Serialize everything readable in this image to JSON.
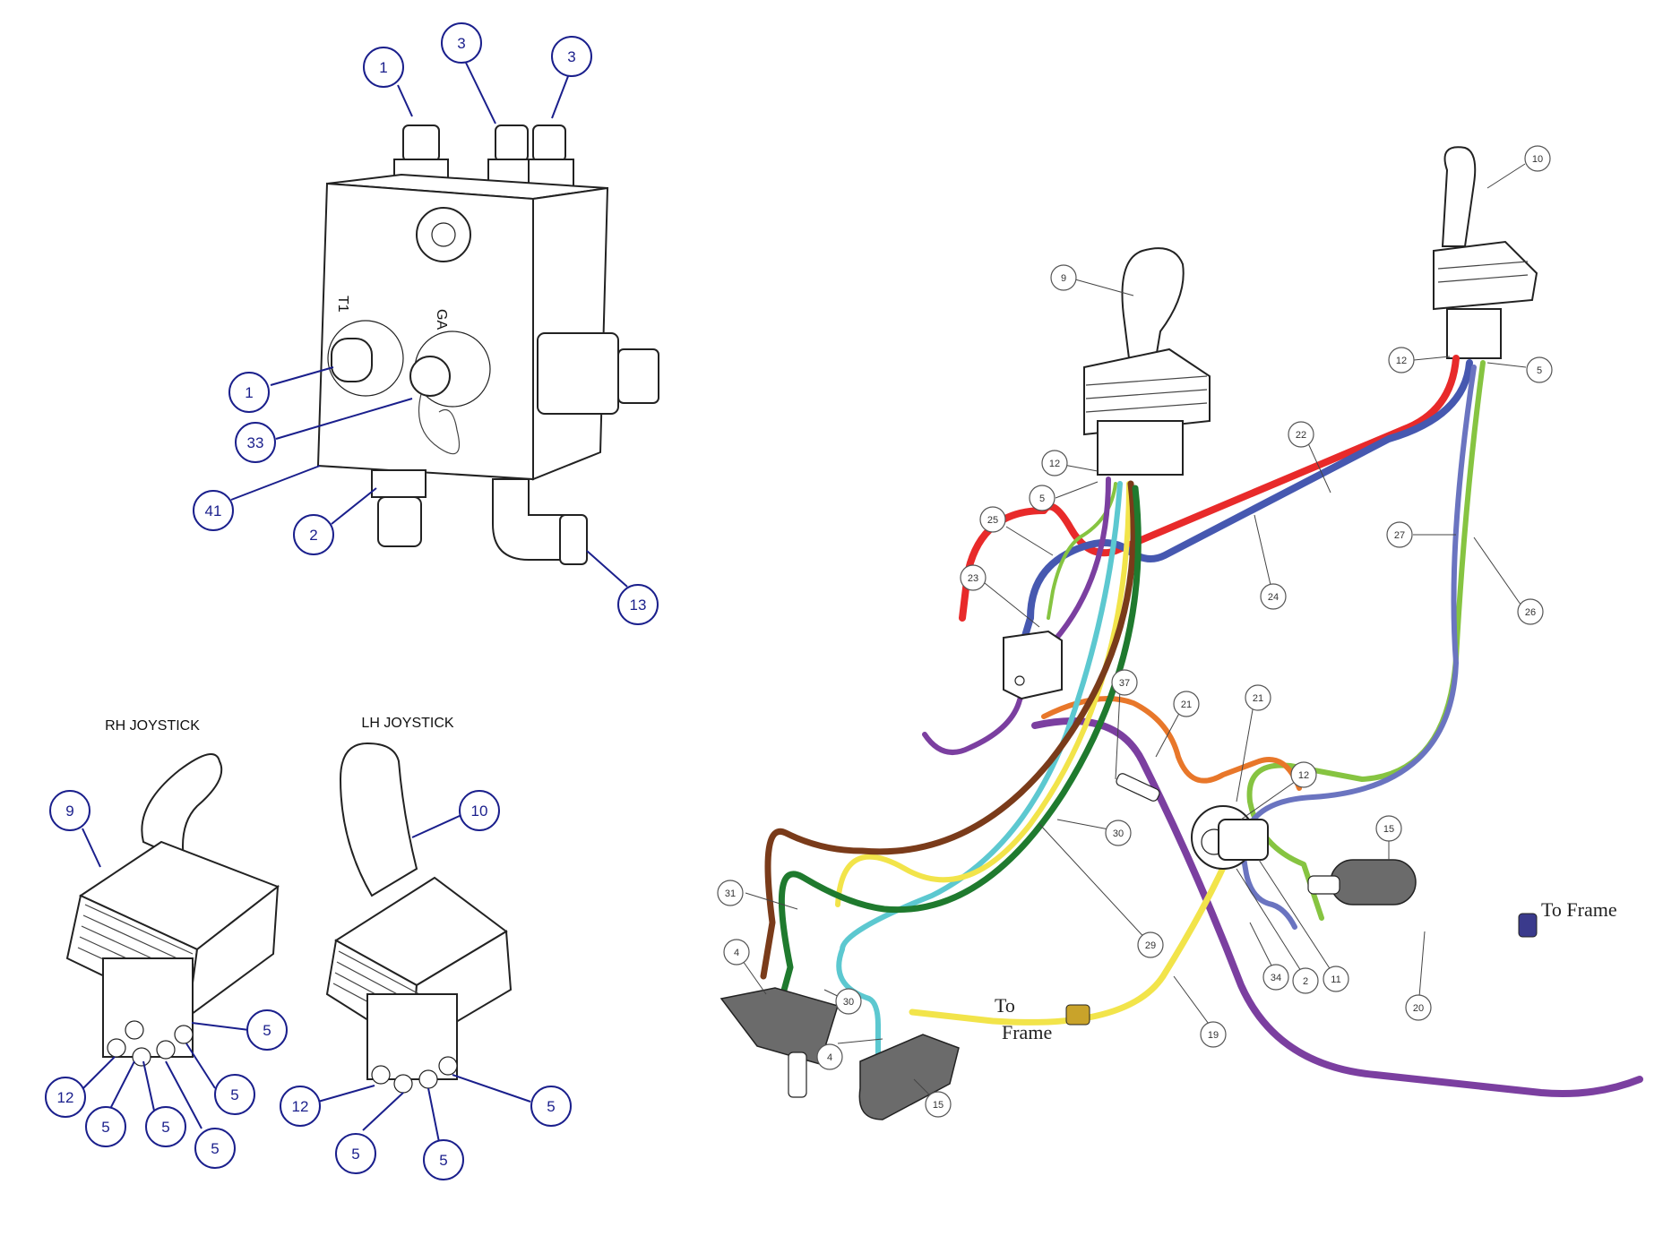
{
  "headings": {
    "rh_joystick": "RH JOYSTICK",
    "lh_joystick": "LH JOYSTICK"
  },
  "valve_block": {
    "port_t1": "T1",
    "port_ga": "GA"
  },
  "frame_labels": {
    "right_line1": "To Frame",
    "left_line1": "To",
    "left_line2": "Frame"
  },
  "callouts_valve": [
    "1",
    "3",
    "3",
    "1",
    "33",
    "41",
    "2",
    "13"
  ],
  "callouts_rh": [
    "9",
    "5",
    "12",
    "5",
    "5",
    "5",
    "5"
  ],
  "callouts_lh": [
    "10",
    "12",
    "5",
    "5",
    "5"
  ],
  "callouts_assembly": [
    "10",
    "9",
    "12",
    "5",
    "22",
    "12",
    "5",
    "25",
    "27",
    "24",
    "23",
    "26",
    "37",
    "21",
    "21",
    "12",
    "15",
    "30",
    "31",
    "29",
    "4",
    "30",
    "34",
    "2",
    "11",
    "20",
    "19",
    "4",
    "15"
  ],
  "colors": {
    "callout_blue": "#1a1f8c",
    "hose_red": "#e82a2a",
    "hose_blue": "#4658b0",
    "hose_green": "#86c441",
    "hose_purple": "#7b3fa0",
    "hose_brown": "#7a3b1a",
    "hose_dark_green": "#1f7a2e",
    "hose_cyan": "#5cc8d0",
    "hose_yellow": "#f2e44a",
    "hose_orange": "#e8772a",
    "hose_lavender": "#6a74c0"
  }
}
